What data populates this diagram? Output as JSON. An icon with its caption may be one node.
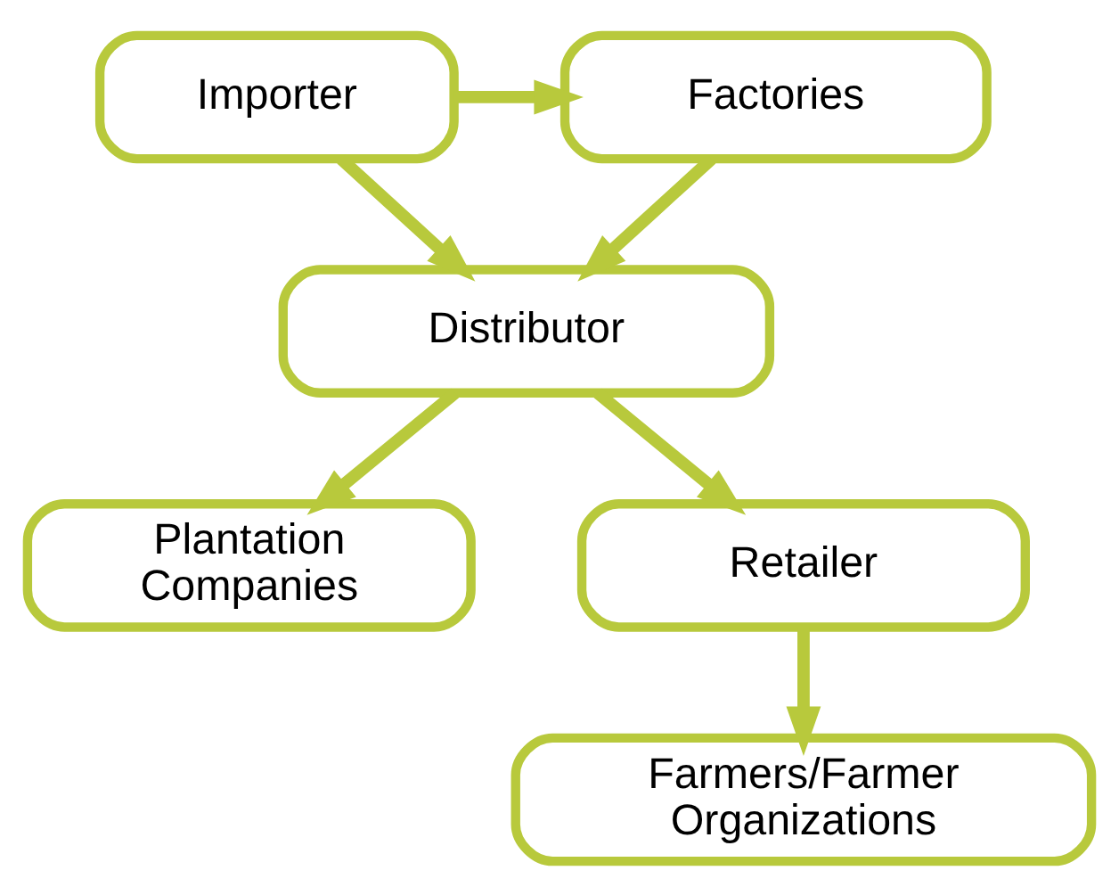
{
  "diagram": {
    "nodes": [
      {
        "text": [
          "Factories"
        ]
      },
      {
        "text": [
          "Importer"
        ]
      },
      {
        "text": [
          "Distributor"
        ]
      },
      {
        "text": [
          "Plantation Companies"
        ]
      },
      {
        "text": [
          "Retailer"
        ]
      },
      {
        "text": [
          "Farmers/Farmer Organizations"
        ]
      }
    ],
    "edges": [
      {
        "from": 1,
        "to": 0,
        "arrow": "to"
      },
      {
        "from": 0,
        "to": 2,
        "arrow": "to"
      },
      {
        "from": 1,
        "to": 2,
        "arrow": "to"
      },
      {
        "from": 2,
        "to": 3,
        "arrow": "to"
      },
      {
        "from": 2,
        "to": 4,
        "arrow": "to"
      },
      {
        "from": 4,
        "to": 5,
        "arrow": "to"
      }
    ]
  }
}
